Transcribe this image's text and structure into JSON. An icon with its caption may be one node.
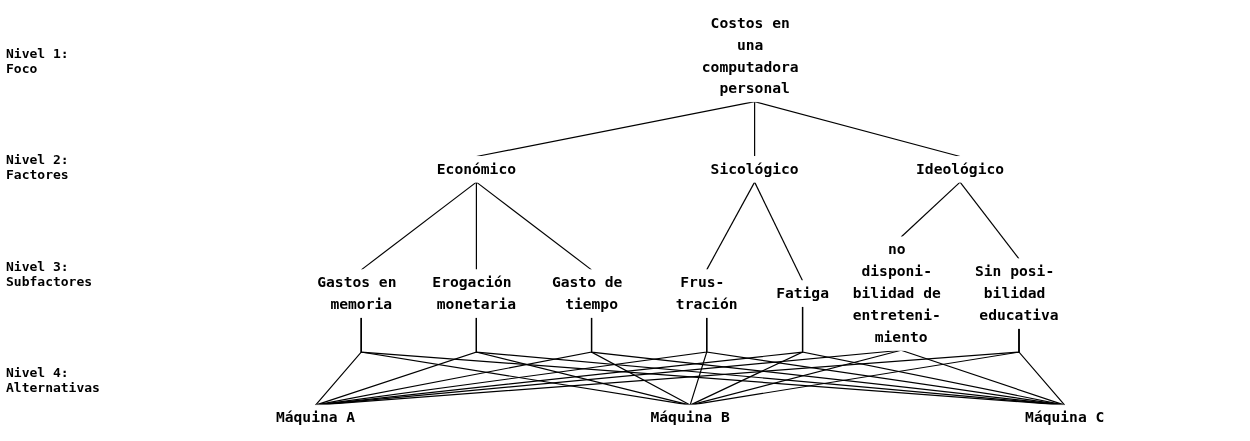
{
  "diagram": {
    "nodes": [
      {
        "text": [
          "Costos en una computadora personal"
        ]
      },
      {
        "text": [
          "Económico"
        ]
      },
      {
        "text": [
          "Sicológico"
        ]
      },
      {
        "text": [
          "Ideológico"
        ]
      },
      {
        "text": [
          "Gastos en memoria"
        ]
      },
      {
        "text": [
          "Erogación monetaria"
        ]
      },
      {
        "text": [
          "Gasto de tiempo"
        ]
      },
      {
        "text": [
          "Frus- tración"
        ]
      },
      {
        "text": [
          "Fatiga"
        ]
      },
      {
        "text": [
          "no disponi- bilidad de entreteni- miento"
        ]
      },
      {
        "text": [
          "Sin posi- bilidad educativa"
        ]
      },
      {
        "text": [
          "Máquina A"
        ]
      },
      {
        "text": [
          "Máquina B"
        ]
      },
      {
        "text": [
          "Máquina C"
        ]
      }
    ],
    "edges": [
      {
        "from": 0,
        "to": 1,
        "arrow": "none"
      },
      {
        "from": 0,
        "to": 2,
        "arrow": "none"
      },
      {
        "from": 0,
        "to": 3,
        "arrow": "none"
      },
      {
        "from": 1,
        "to": 4,
        "arrow": "none"
      },
      {
        "from": 1,
        "to": 5,
        "arrow": "none"
      },
      {
        "from": 1,
        "to": 6,
        "arrow": "none"
      },
      {
        "from": 2,
        "to": 7,
        "arrow": "none"
      },
      {
        "from": 2,
        "to": 8,
        "arrow": "none"
      },
      {
        "from": 3,
        "to": 9,
        "arrow": "none"
      },
      {
        "from": 3,
        "to": 10,
        "arrow": "none"
      },
      {
        "from": 4,
        "to": 11,
        "arrow": "none"
      },
      {
        "from": 4,
        "to": 12,
        "arrow": "none"
      },
      {
        "from": 4,
        "to": 13,
        "arrow": "none"
      },
      {
        "from": 5,
        "to": 11,
        "arrow": "none"
      },
      {
        "from": 5,
        "to": 12,
        "arrow": "none"
      },
      {
        "from": 5,
        "to": 13,
        "arrow": "none"
      },
      {
        "from": 6,
        "to": 11,
        "arrow": "none"
      },
      {
        "from": 6,
        "to": 12,
        "arrow": "none"
      },
      {
        "from": 6,
        "to": 13,
        "arrow": "none"
      },
      {
        "from": 7,
        "to": 11,
        "arrow": "none"
      },
      {
        "from": 7,
        "to": 12,
        "arrow": "none"
      },
      {
        "from": 7,
        "to": 13,
        "arrow": "none"
      },
      {
        "from": 8,
        "to": 11,
        "arrow": "none"
      },
      {
        "from": 8,
        "to": 12,
        "arrow": "none"
      },
      {
        "from": 8,
        "to": 13,
        "arrow": "none"
      },
      {
        "from": 9,
        "to": 11,
        "arrow": "none"
      },
      {
        "from": 9,
        "to": 12,
        "arrow": "none"
      },
      {
        "from": 9,
        "to": 13,
        "arrow": "none"
      },
      {
        "from": 10,
        "to": 11,
        "arrow": "none"
      },
      {
        "from": 10,
        "to": 12,
        "arrow": "none"
      },
      {
        "from": 10,
        "to": 13,
        "arrow": "none"
      }
    ],
    "labels": [
      "Nivel 1: Foco",
      "Nivel 2: Factores",
      "Nivel 3: Subfactores",
      "Nivel 4: Alternativas"
    ]
  }
}
